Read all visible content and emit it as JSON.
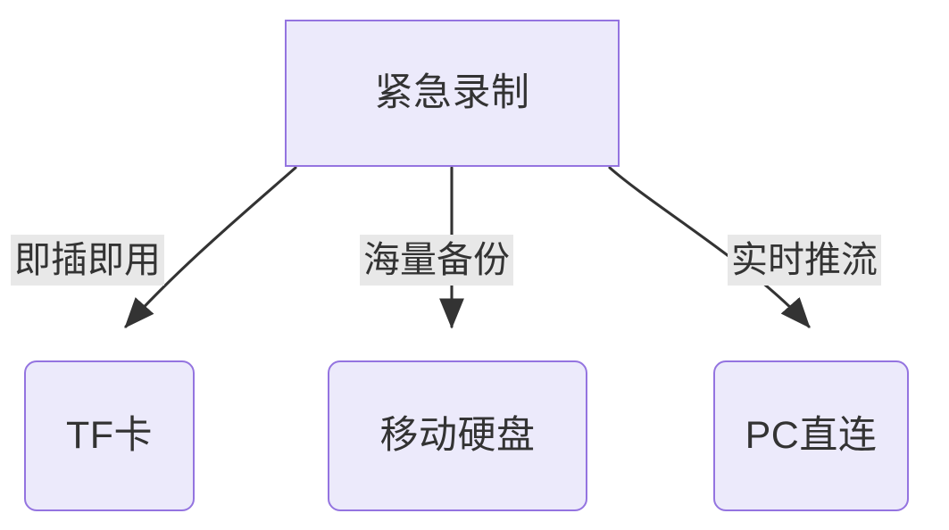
{
  "diagram": {
    "type": "flowchart",
    "direction": "top-down",
    "background_color": "#FFFFFF",
    "node_fill_color": "#ECEAFB",
    "node_border_color": "#9474E0",
    "node_text_color": "#333333",
    "edge_color": "#333333",
    "edge_label_background_color": "#E8E8E8",
    "nodes": {
      "root": {
        "id": "root",
        "label": "紧急录制",
        "shape": "rectangle"
      },
      "leaf_a": {
        "id": "leaf_a",
        "label": "TF卡",
        "shape": "rounded-rectangle"
      },
      "leaf_b": {
        "id": "leaf_b",
        "label": "移动硬盘",
        "shape": "rounded-rectangle"
      },
      "leaf_c": {
        "id": "leaf_c",
        "label": "PC直连",
        "shape": "rounded-rectangle"
      }
    },
    "edges": [
      {
        "from": "root",
        "to": "leaf_a",
        "label": "即插即用",
        "arrow": "filled-triangle"
      },
      {
        "from": "root",
        "to": "leaf_b",
        "label": "海量备份",
        "arrow": "filled-triangle"
      },
      {
        "from": "root",
        "to": "leaf_c",
        "label": "实时推流",
        "arrow": "filled-triangle"
      }
    ]
  }
}
